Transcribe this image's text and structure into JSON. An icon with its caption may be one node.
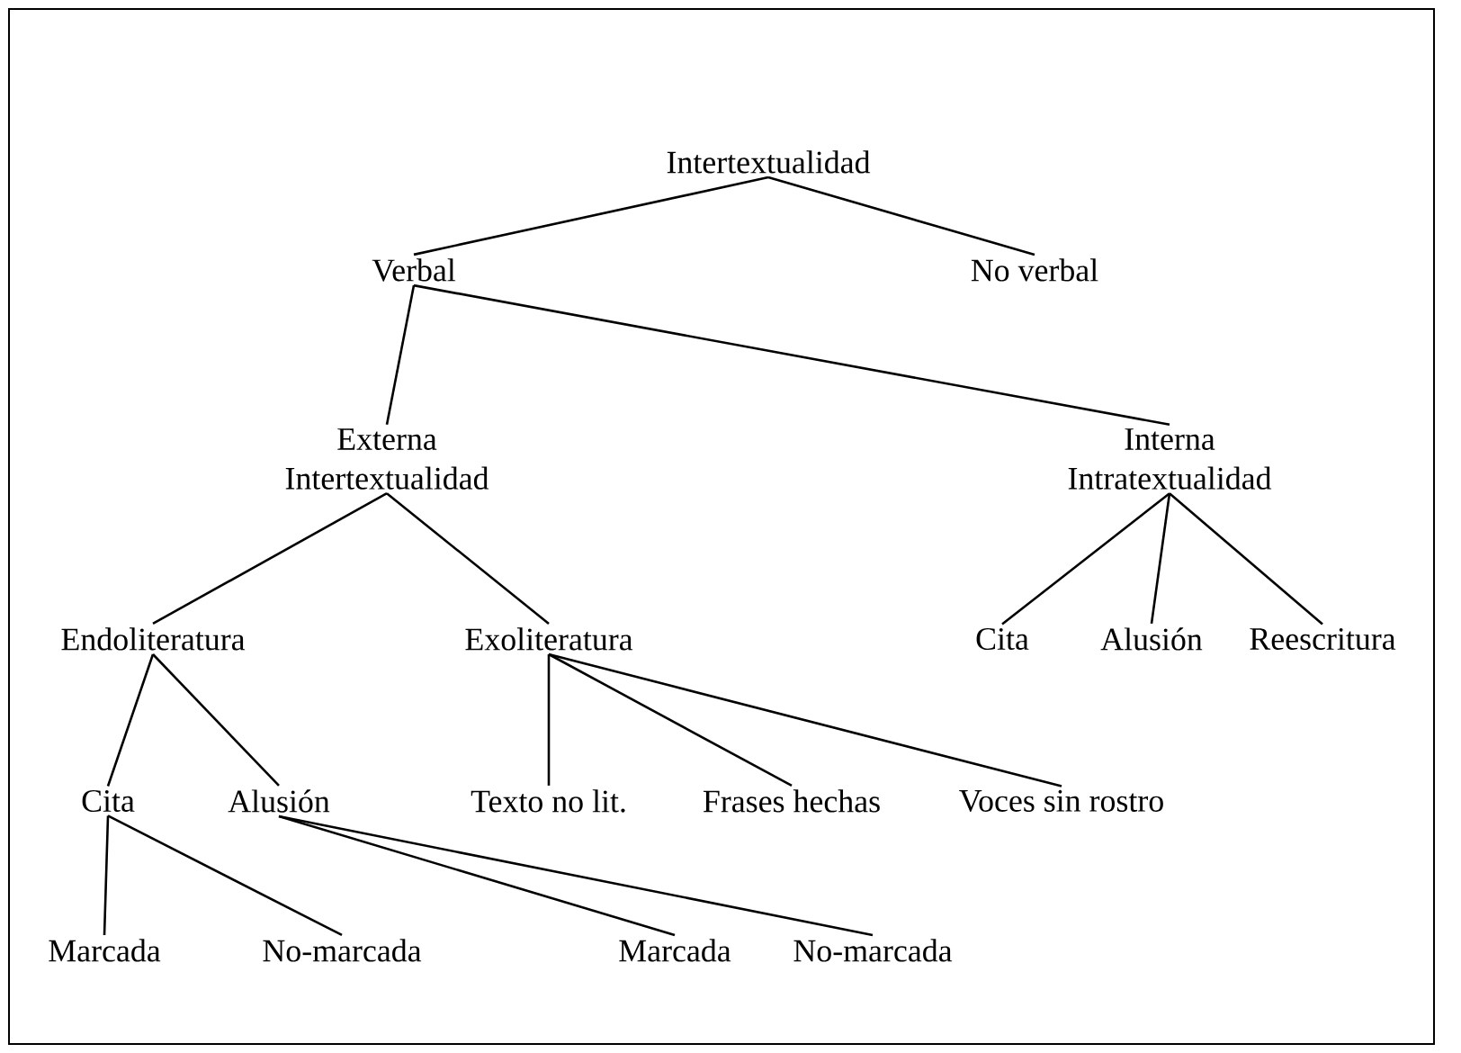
{
  "diagram": {
    "nodes": [
      {
        "text": [
          "Intertextualidad"
        ]
      },
      {
        "text": [
          "Verbal"
        ]
      },
      {
        "text": [
          "No verbal"
        ]
      },
      {
        "text": [
          "Externa Intertextualidad"
        ]
      },
      {
        "text": [
          "Interna Intratextualidad"
        ]
      },
      {
        "text": [
          "Endoliteratura"
        ]
      },
      {
        "text": [
          "Exoliteratura"
        ]
      },
      {
        "text": [
          "Cita"
        ]
      },
      {
        "text": [
          "Alusión"
        ]
      },
      {
        "text": [
          "Reescritura"
        ]
      },
      {
        "text": [
          "Cita"
        ]
      },
      {
        "text": [
          "Alusión"
        ]
      },
      {
        "text": [
          "Texto no lit."
        ]
      },
      {
        "text": [
          "Frases hechas"
        ]
      },
      {
        "text": [
          "Voces sin rostro"
        ]
      },
      {
        "text": [
          "Marcada"
        ]
      },
      {
        "text": [
          "No-marcada"
        ]
      },
      {
        "text": [
          "Marcada"
        ]
      },
      {
        "text": [
          "No-marcada"
        ]
      }
    ],
    "edges": [
      {
        "from": 0,
        "to": 1,
        "arrow": "none"
      },
      {
        "from": 0,
        "to": 2,
        "arrow": "none"
      },
      {
        "from": 1,
        "to": 3,
        "arrow": "none"
      },
      {
        "from": 1,
        "to": 4,
        "arrow": "none"
      },
      {
        "from": 3,
        "to": 5,
        "arrow": "none"
      },
      {
        "from": 3,
        "to": 6,
        "arrow": "none"
      },
      {
        "from": 4,
        "to": 7,
        "arrow": "none"
      },
      {
        "from": 4,
        "to": 8,
        "arrow": "none"
      },
      {
        "from": 4,
        "to": 9,
        "arrow": "none"
      },
      {
        "from": 5,
        "to": 10,
        "arrow": "none"
      },
      {
        "from": 5,
        "to": 11,
        "arrow": "none"
      },
      {
        "from": 6,
        "to": 12,
        "arrow": "none"
      },
      {
        "from": 6,
        "to": 13,
        "arrow": "none"
      },
      {
        "from": 6,
        "to": 14,
        "arrow": "none"
      },
      {
        "from": 10,
        "to": 15,
        "arrow": "none"
      },
      {
        "from": 10,
        "to": 16,
        "arrow": "none"
      },
      {
        "from": 11,
        "to": 17,
        "arrow": "none"
      },
      {
        "from": 11,
        "to": 18,
        "arrow": "none"
      }
    ]
  }
}
